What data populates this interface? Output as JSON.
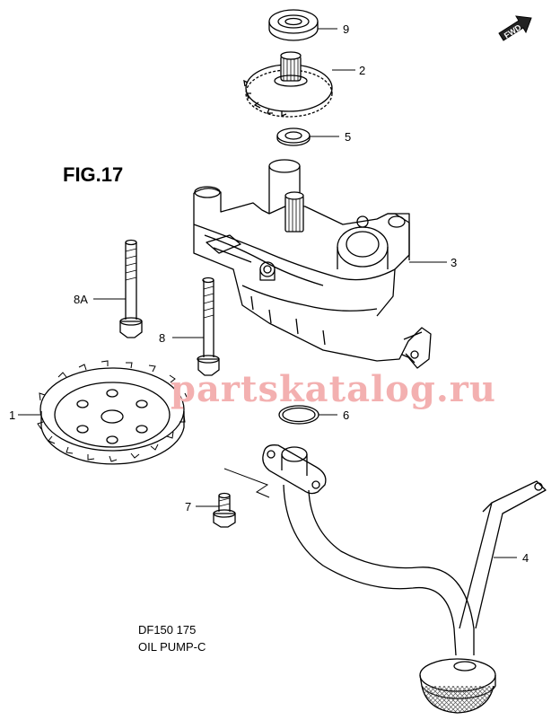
{
  "figure": {
    "title": "FIG.17"
  },
  "caption": {
    "model": "DF150 175",
    "section": "OIL PUMP-C"
  },
  "watermark": {
    "text": "partskatalog.ru",
    "color": "#f3b0b0"
  },
  "direction_badge": {
    "label": "FWD"
  },
  "callouts": {
    "p9": "9",
    "p2": "2",
    "p5": "5",
    "p3": "3",
    "p8a": "8A",
    "p8": "8",
    "p1": "1",
    "p6": "6",
    "p7": "7",
    "p4": "4"
  }
}
